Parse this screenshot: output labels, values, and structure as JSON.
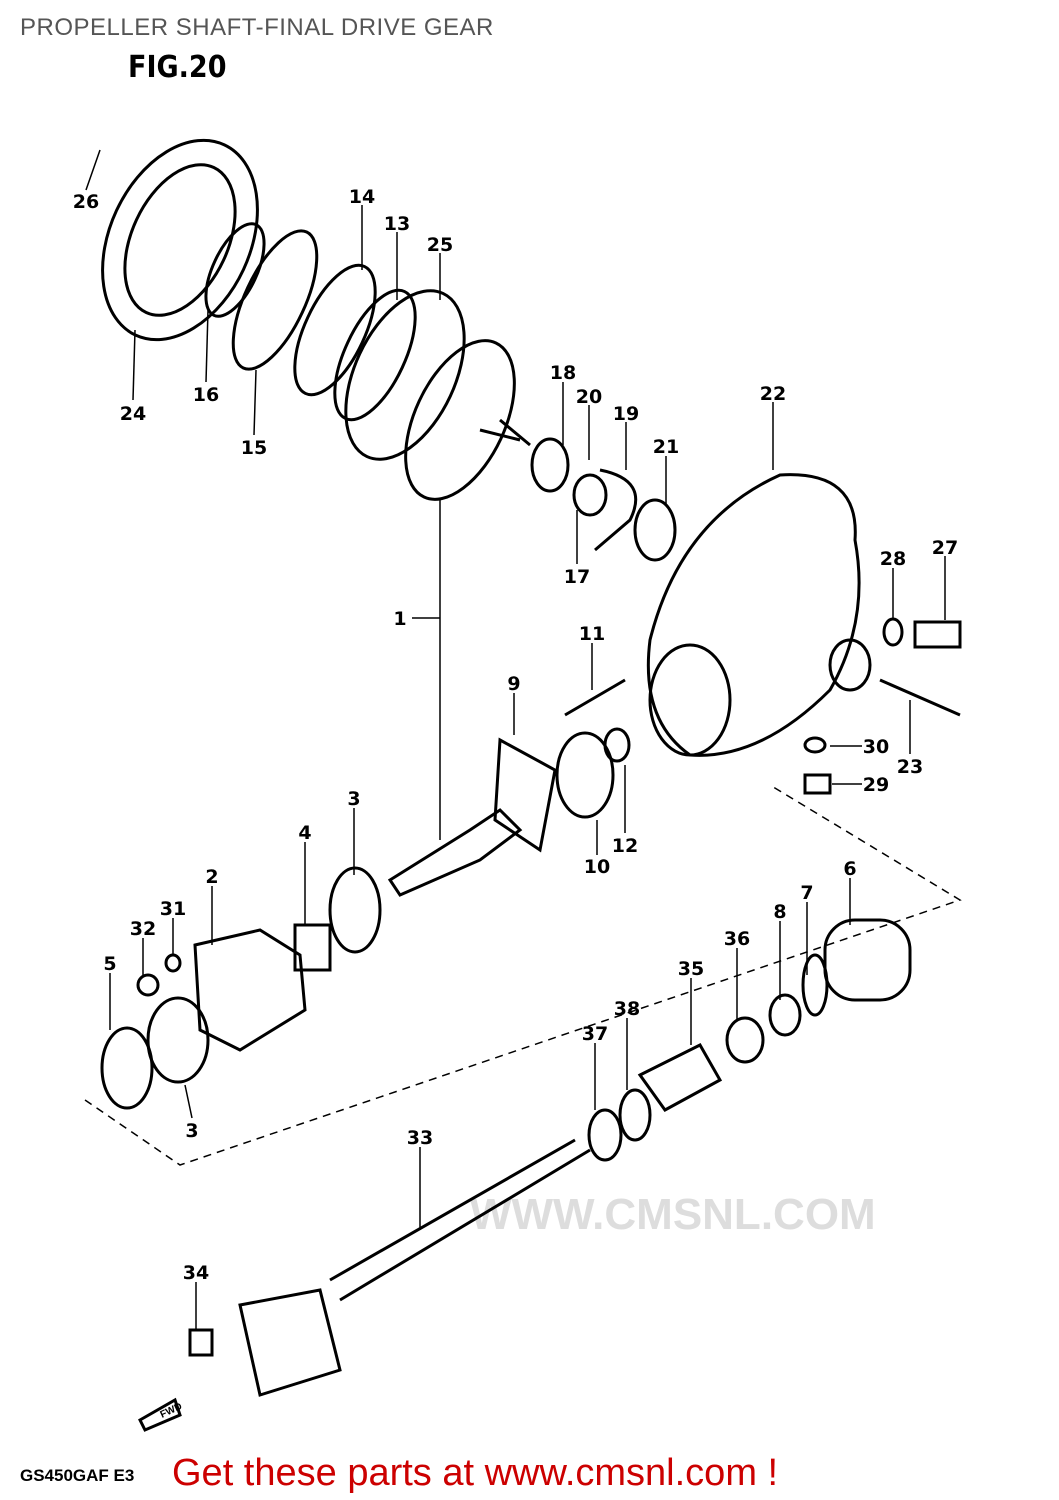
{
  "header": {
    "title": "PROPELLER SHAFT-FINAL DRIVE GEAR",
    "figure": "FIG.20"
  },
  "watermark": "WWW.CMSNL.COM",
  "footer": {
    "model_code": "GS450GAF E3",
    "cta": "Get these parts at www.cmsnl.com !"
  },
  "parts": [
    "26",
    "14",
    "13",
    "25",
    "24",
    "16",
    "15",
    "18",
    "20",
    "19",
    "22",
    "21",
    "17",
    "28",
    "27",
    "1",
    "11",
    "9",
    "30",
    "23",
    "29",
    "3",
    "12",
    "10",
    "4",
    "2",
    "6",
    "7",
    "31",
    "8",
    "32",
    "36",
    "5",
    "35",
    "38",
    "37",
    "3",
    "33",
    "34"
  ],
  "fwd_label": "FWD"
}
